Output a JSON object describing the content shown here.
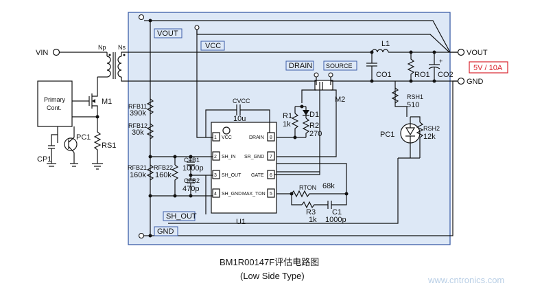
{
  "nets": {
    "vin": "VIN",
    "vout_left": "VOUT",
    "vout_right": "VOUT",
    "vcc": "VCC",
    "drain": "DRAIN",
    "source": "SOURCE",
    "gnd_left": "GND",
    "gnd_right": "GND",
    "sh_out": "SH_OUT"
  },
  "spec_badge": "5V / 10A",
  "transformer": {
    "primary": "Np",
    "secondary": "Ns"
  },
  "primary_control": {
    "line1": "Primary",
    "line2": "Cont."
  },
  "components": {
    "m1": "M1",
    "m2": "M2",
    "pc1_left": "PC1",
    "pc1_right": "PC1",
    "rs1": "RS1",
    "cp1": "CP1",
    "l1": "L1",
    "co1": "CO1",
    "co2": "CO2",
    "ro1": "RO1",
    "d1": "D1",
    "u1": "U1",
    "rfb11": {
      "name": "RFB11",
      "value": "390k"
    },
    "rfb12": {
      "name": "RFB12",
      "value": "30k"
    },
    "rfb21": {
      "name": "RFB21",
      "value": "160k"
    },
    "rfb22": {
      "name": "RFB22",
      "value": "160k"
    },
    "cfb1": {
      "name": "CFB1",
      "value": "1000p"
    },
    "cfb2": {
      "name": "CFB2",
      "value": "470p"
    },
    "cvcc": {
      "name": "CVCC",
      "value": "10u"
    },
    "r1": {
      "name": "R1",
      "value": "1k"
    },
    "r2": {
      "name": "R2",
      "value": "270"
    },
    "rton": {
      "name": "RTON",
      "value": "68k"
    },
    "r3": {
      "name": "R3",
      "value": "1k"
    },
    "c1": {
      "name": "C1",
      "value": "1000p"
    },
    "rsh1": {
      "name": "RSH1",
      "value": "510"
    },
    "rsh2": {
      "name": "RSH2",
      "value": "12k"
    }
  },
  "ic_pins": [
    {
      "num": "1",
      "name": "VCC"
    },
    {
      "num": "2",
      "name": "SH_IN"
    },
    {
      "num": "3",
      "name": "SH_OUT"
    },
    {
      "num": "4",
      "name": "SH_GND"
    },
    {
      "num": "8",
      "name": "DRAIN"
    },
    {
      "num": "7",
      "name": "SR_GND"
    },
    {
      "num": "6",
      "name": "GATE"
    },
    {
      "num": "5",
      "name": "MAX_TON"
    }
  ],
  "caption": {
    "title": "BM1R00147F评估电路图",
    "subtitle": "(Low Side Type)"
  },
  "watermark": "www.cntronics.com",
  "colors": {
    "board_fill": "#dde8f6",
    "board_stroke": "#3b5da8",
    "badge_red": "#d9232d",
    "wire": "#111111"
  }
}
